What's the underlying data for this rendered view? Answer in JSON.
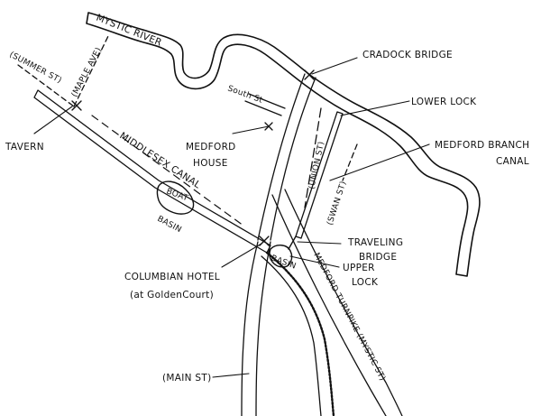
{
  "map": {
    "ink_color": "#111111",
    "paper_color": "#ffffff",
    "labels": {
      "river": "MYSTIC RIVER",
      "summer_st": "(SUMMER ST)",
      "maple_ave": "(MAPLE AVE)",
      "tavern": "TAVERN",
      "south_st": "South St",
      "medford_house_1": "MEDFORD",
      "medford_house_2": "HOUSE",
      "middlesex_canal": "MIDDLESEX CANAL",
      "boat_basin": "BOAT",
      "basin": "BASIN",
      "cradock_bridge": "CRADOCK BRIDGE",
      "lower_lock": "LOWER LOCK",
      "branch_canal_1": "MEDFORD BRANCH",
      "branch_canal_2": "CANAL",
      "union_st": "(UNION ST)",
      "swan_st": "(SWAN ST)",
      "traveling_bridge_1": "TRAVELING",
      "traveling_bridge_2": "BRIDGE",
      "upper_lock_1": "UPPER",
      "upper_lock_2": "LOCK",
      "basin_small": "BASIN",
      "columbian_hotel_1": "COLUMBIAN HOTEL",
      "columbian_hotel_2": "(at GoldenCourt)",
      "turnpike": "MEDFORD TURNPIKE (MYSTIC ST)",
      "main_st": "(MAIN ST)"
    }
  }
}
